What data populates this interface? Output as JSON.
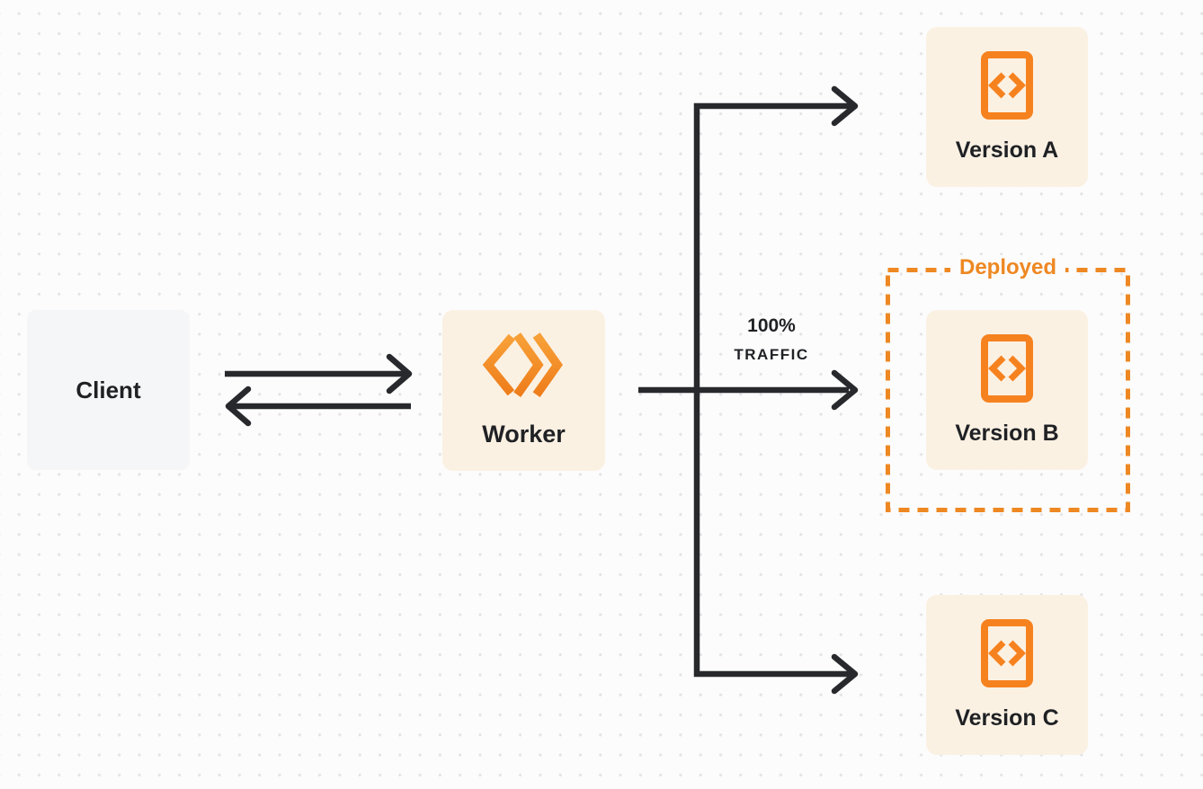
{
  "nodes": {
    "client": {
      "label": "Client"
    },
    "worker": {
      "label": "Worker"
    },
    "versions": [
      {
        "label": "Version A"
      },
      {
        "label": "Version B"
      },
      {
        "label": "Version C"
      }
    ]
  },
  "annotations": {
    "deployed": {
      "label": "Deployed"
    },
    "traffic": {
      "line1": "100%",
      "line2": "TRAFFIC"
    }
  },
  "icons": {
    "worker": "cloudflare-workers-logo",
    "version": "code-file-icon"
  },
  "colors": {
    "page_bg": "#FCFCFC",
    "client_bg": "#F5F6F7",
    "node_cream_bg": "#FBF1E3",
    "accent_orange": "#F6821F",
    "dashed_border": "#EE8822",
    "arrow": "#27292C",
    "text_dark": "#1F2124"
  }
}
